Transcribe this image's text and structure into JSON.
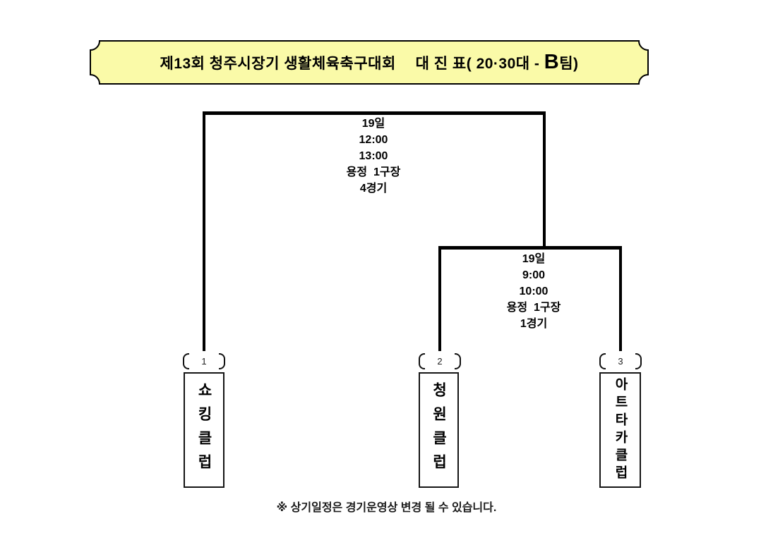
{
  "banner": {
    "title_pre": "제13회 청주시장기 생활체육축구대회　 대 진 표( 20·30대 - ",
    "title_emph": "B",
    "title_post": "팀)",
    "fill_color": "#FAFAA8",
    "border_color": "#000000"
  },
  "matches": [
    {
      "day": "19일",
      "time1": "12:00",
      "time2": "13:00",
      "venue": "용정  1구장",
      "game": "4경기"
    },
    {
      "day": "19일",
      "time1": "9:00",
      "time2": "10:00",
      "venue": "용정  1구장",
      "game": "1경기"
    }
  ],
  "teams": [
    {
      "seed": "1",
      "name": "쇼킹클럽"
    },
    {
      "seed": "2",
      "name": "청원클럽"
    },
    {
      "seed": "3",
      "name": "아트타카클럽"
    }
  ],
  "footer": {
    "note": "※ 상기일정은 경기운영상 변경 될 수 있습니다."
  }
}
